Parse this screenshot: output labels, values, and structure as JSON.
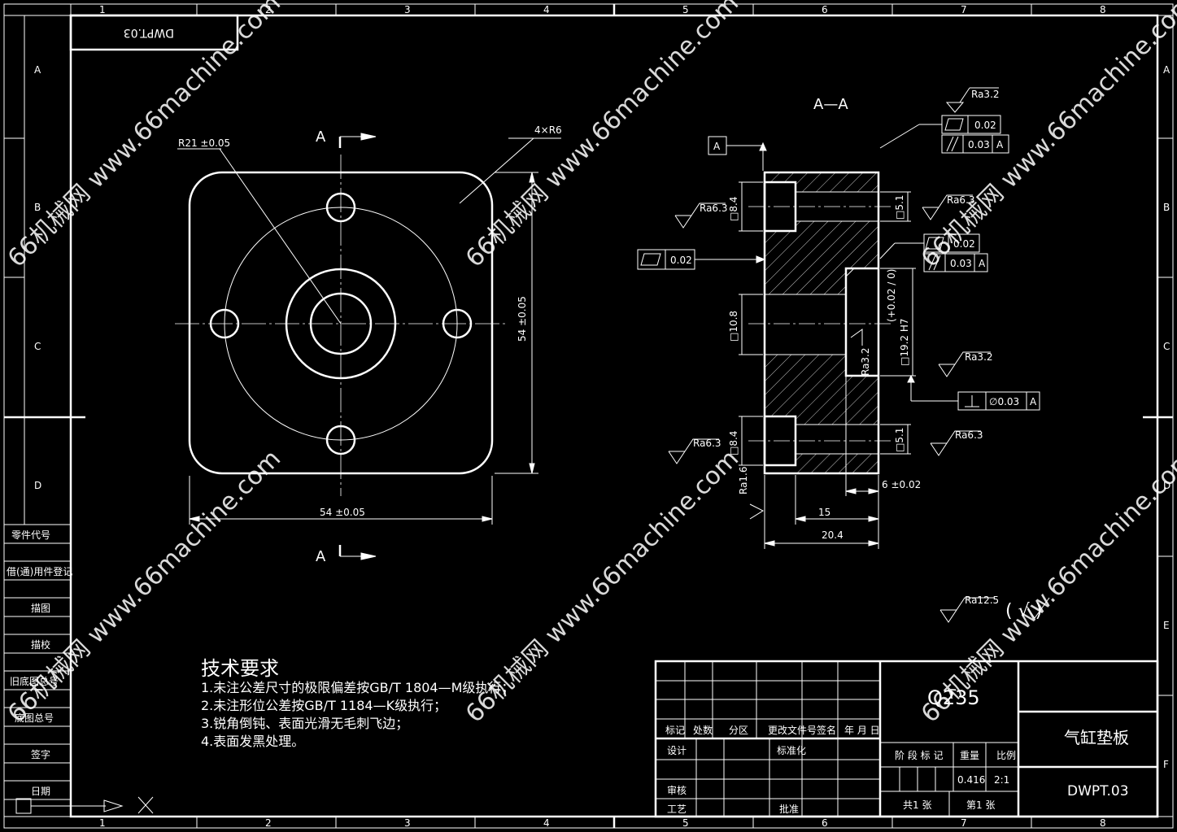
{
  "border": {
    "col_numbers": [
      "1",
      "2",
      "3",
      "4",
      "5",
      "6",
      "7",
      "8"
    ],
    "row_letters": [
      "A",
      "B",
      "C",
      "D",
      "E",
      "F"
    ]
  },
  "side_panel": [
    "零件代号",
    "借(通)用件登记",
    "描图",
    "描校",
    "旧底图总号",
    "底图总号",
    "签字",
    "日期"
  ],
  "stamp_rotated": "DWPT.03",
  "views": {
    "section_label_top": "A",
    "section_label_bottom": "A",
    "section_title": "A—A"
  },
  "front_view": {
    "radius_label": "R21 ±0.05",
    "corner_label": "4×R6",
    "width_label": "54 ±0.05",
    "height_label": "54 ±0.05"
  },
  "section_view": {
    "datum": "A",
    "roughness": [
      "Ra3.2",
      "Ra6.3",
      "Ra6.3",
      "Ra3.2",
      "Ra6.3",
      "Ra6.3",
      "Ra3.2",
      "Ra1.6"
    ],
    "flatness_1": "0.02",
    "parallel_1": "0.03",
    "parallel_1_ref": "A",
    "flatness_2": "0.02",
    "parallel_2": "0.03",
    "parallel_2_ref": "A",
    "flatness_left": "0.02",
    "perp_tol": "∅0.03",
    "perp_ref": "A",
    "dims": {
      "d_top_left": "□8.4",
      "d_top_right": "□5.1",
      "d_mid_left": "□10.8",
      "d_bore": "□19.2 H7",
      "d_bore_tol": "(+0.02 / 0)",
      "d_bot_left": "□8.4",
      "d_bot_right": "□5.1",
      "d_step": "6 ±0.02",
      "d_15": "15",
      "d_total": "20.4"
    }
  },
  "general_roughness": "Ra12.5",
  "general_roughness_paren": "( √ )",
  "tech_req": {
    "title": "技术要求",
    "lines": [
      "1.未注公差尺寸的极限偏差按GB/T 1804—M级执行；",
      "2.未注形位公差按GB/T 1184—K级执行；",
      "3.锐角倒钝、表面光滑无毛刺飞边；",
      "4.表面发黑处理。"
    ]
  },
  "title_block": {
    "material": "Q235",
    "part_name": "气缸垫板",
    "drawing_no": "DWPT.03",
    "headers": [
      "标记",
      "处数",
      "分区",
      "更改文件号",
      "签名",
      "年 月 日"
    ],
    "roles": [
      "设计",
      "标准化",
      "审核",
      "工艺",
      "批准"
    ],
    "stage_label": "阶 段 标 记",
    "weight_label": "重量",
    "scale_label": "比例",
    "weight": "0.416",
    "scale": "2:1",
    "sheets_total": "共1 张",
    "sheet_no": "第1 张"
  },
  "watermark": "66机械网 www.66machine.com"
}
